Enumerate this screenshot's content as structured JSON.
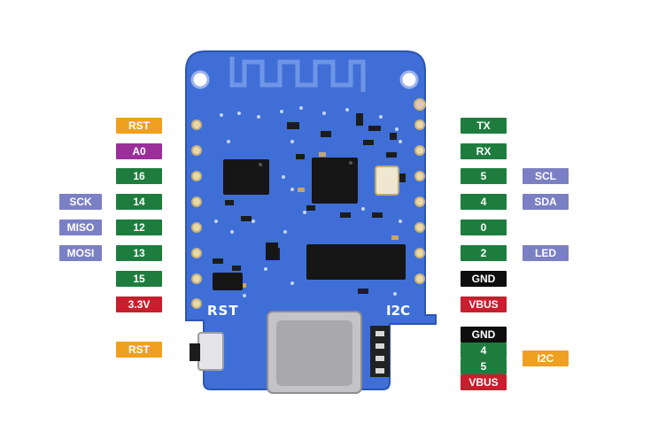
{
  "left_pins": [
    "RST",
    "A0",
    "16",
    "14",
    "12",
    "13",
    "15",
    "3.3V"
  ],
  "left_alt": {
    "sck": "SCK",
    "miso": "MISO",
    "mosi": "MOSI"
  },
  "right_pins": [
    "TX",
    "RX",
    "5",
    "4",
    "0",
    "2",
    "GND",
    "VBUS"
  ],
  "right_alt": {
    "scl": "SCL",
    "sda": "SDA",
    "led": "LED"
  },
  "reset_button_label": "RST",
  "i2c_connector_pins": [
    "GND",
    "4",
    "5",
    "VBUS"
  ],
  "i2c_connector_label": "I2C",
  "silkscreen": {
    "rst": "RST",
    "i2c": "I2C"
  },
  "colors": {
    "board": "#3f6fd6",
    "board_edge": "#2b55b3",
    "reset": "#f0a020",
    "analog": "#9a2f9a",
    "gpio": "#1e7d3e",
    "bus": "#7b7fc4",
    "power": "#c81e2e",
    "ground": "#0e0e0e"
  }
}
